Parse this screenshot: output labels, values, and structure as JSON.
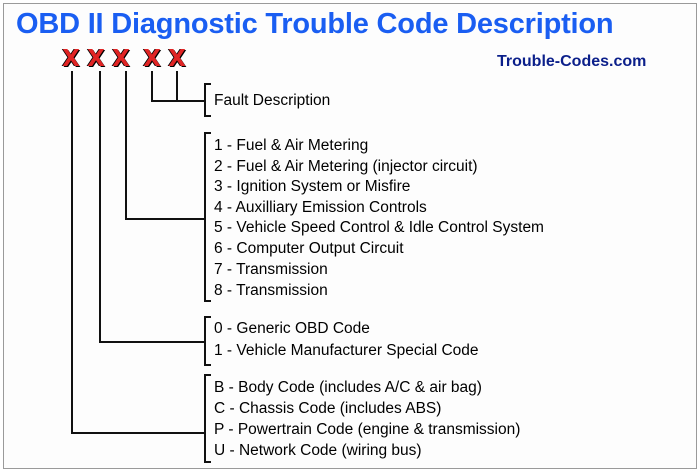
{
  "title": "OBD II Diagnostic Trouble Code Description",
  "site": "Trouble-Codes.com",
  "code_marks": [
    "X",
    "X",
    "X",
    "X",
    "X"
  ],
  "fault_description": "Fault Description",
  "subsystem_codes": [
    "1 - Fuel & Air Metering",
    "2 - Fuel & Air Metering (injector circuit)",
    "3 - Ignition System or Misfire",
    "4 - Auxilliary Emission Controls",
    "5 - Vehicle Speed Control & Idle Control System",
    "6 - Computer Output Circuit",
    "7 - Transmission",
    "8 - Transmission"
  ],
  "code_types": [
    "0 - Generic OBD Code",
    "1 - Vehicle Manufacturer Special Code"
  ],
  "system_codes": [
    "B - Body Code (includes A/C & air bag)",
    "C - Chassis Code (includes ABS)",
    "P - Powertrain Code (engine & transmission)",
    "U - Network Code (wiring bus)"
  ]
}
